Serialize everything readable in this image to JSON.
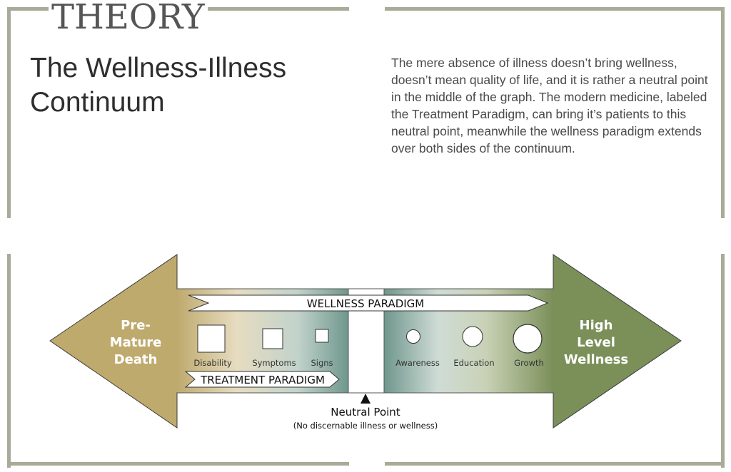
{
  "slide": {
    "section_label": "THEORY",
    "title": "The Wellness-Illness Continuum",
    "title_lines": [
      "The Wellness-Illness",
      "Continuum"
    ],
    "description": "The mere absence of illness doesn’t bring wellness, doesn’t mean quality of life, and it is rather a neutral point in the middle of the graph. The modern medicine, labeled the Treatment Paradigm, can bring it’s patients to this neutral point, meanwhile the wellness paradigm extends over both sides of the continuum.",
    "frame_color": "#a8ab98"
  },
  "diagram": {
    "left_end": {
      "label_lines": [
        "Pre-",
        "Mature",
        "Death"
      ],
      "color": "#bfaa6e"
    },
    "right_end": {
      "label_lines": [
        "High",
        "Level",
        "Wellness"
      ],
      "color": "#7b8f59"
    },
    "band_colors": {
      "tan": "#bfaa6e",
      "cream": "#e6dcc0",
      "teal_light": "#cfdcd6",
      "teal": "#6f978c"
    },
    "wellness_paradigm_label": "WELLNESS PARADIGM",
    "treatment_paradigm_label": "TREATMENT PARADIGM",
    "illness_markers": [
      {
        "label": "Disability",
        "shape": "square",
        "size": "large"
      },
      {
        "label": "Symptoms",
        "shape": "square",
        "size": "medium"
      },
      {
        "label": "Signs",
        "shape": "square",
        "size": "small"
      }
    ],
    "wellness_markers": [
      {
        "label": "Awareness",
        "shape": "circle",
        "size": "small"
      },
      {
        "label": "Education",
        "shape": "circle",
        "size": "medium"
      },
      {
        "label": "Growth",
        "shape": "circle",
        "size": "large"
      }
    ],
    "neutral_point": {
      "label": "Neutral Point",
      "sublabel": "(No discernable illness or wellness)"
    }
  }
}
